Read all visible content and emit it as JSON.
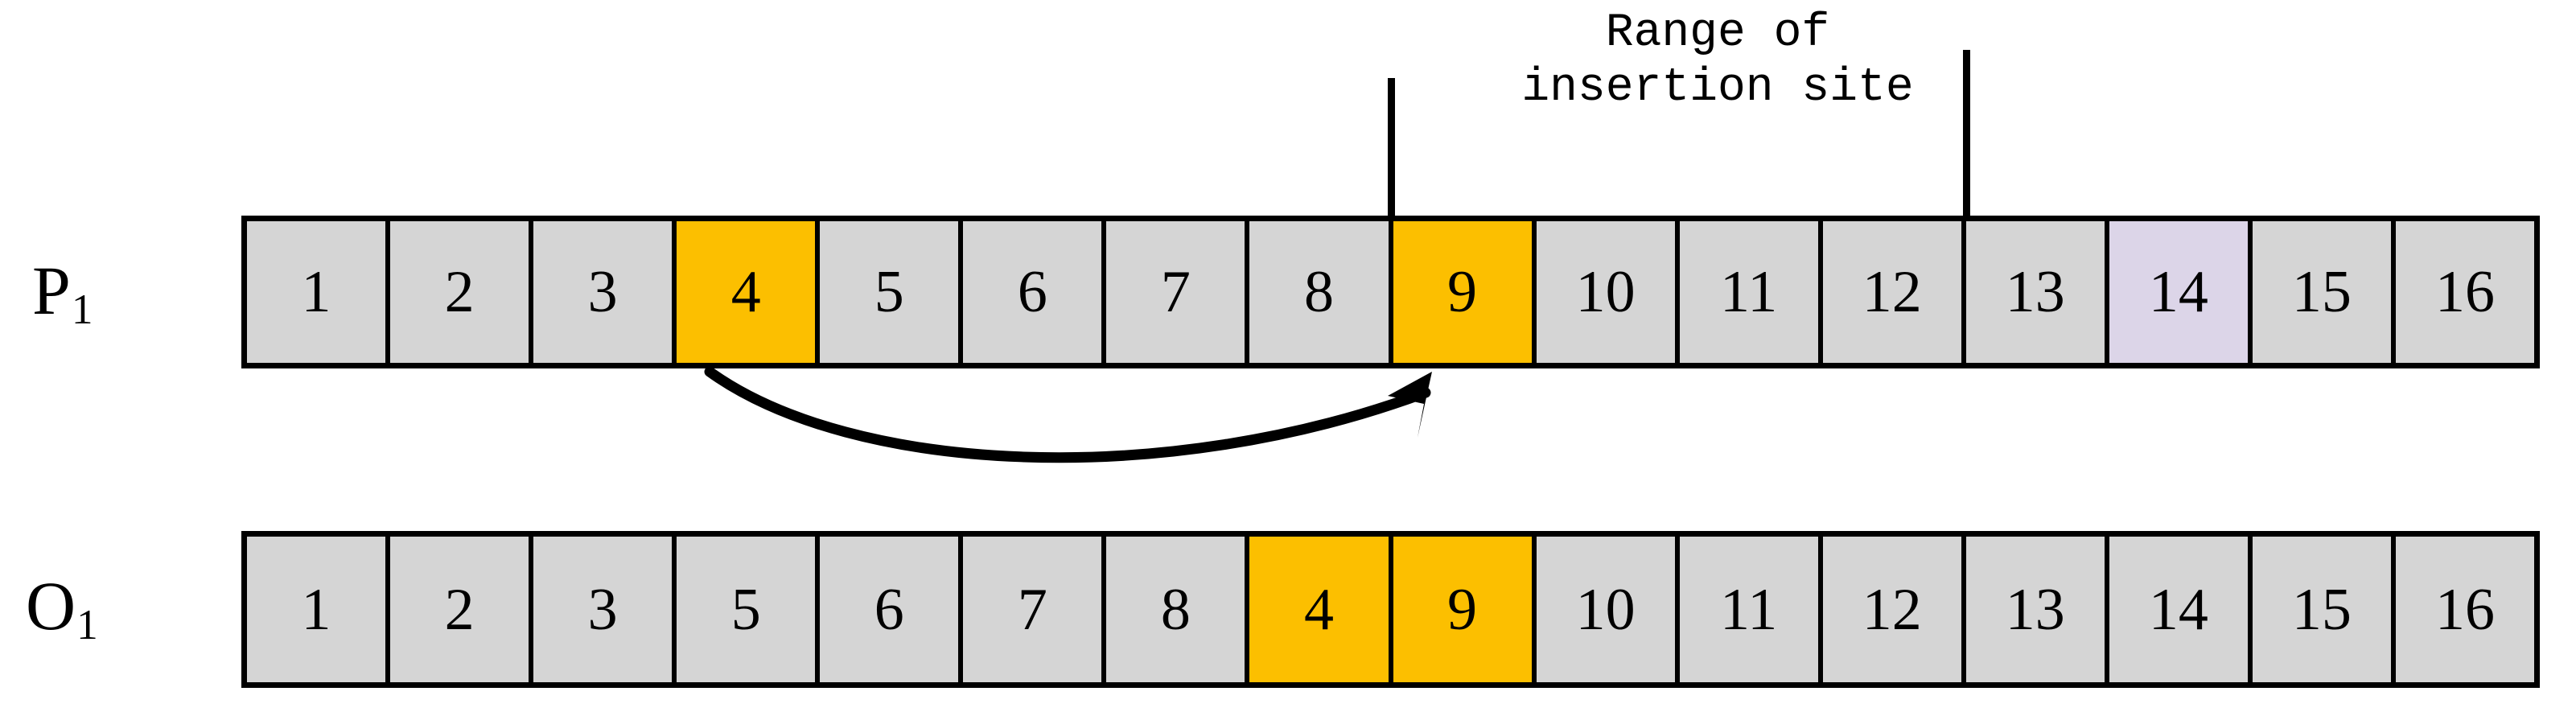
{
  "diagram": {
    "title_text_present": false,
    "colors": {
      "cell_default": "#d5d5d5",
      "cell_highlight_orange": "#fcbf00",
      "cell_highlight_lavender": "#dcd5e8",
      "border": "#000000",
      "background": "#ffffff"
    },
    "annotation": {
      "range_caption": "Range of\ninsertion site",
      "tick_left_name": "range-start-tick",
      "tick_right_name": "range-end-tick"
    },
    "arrow": {
      "name": "insertion-move-arrow",
      "from_cell_value": "4",
      "to_cell_value": "9",
      "direction": "left-to-right"
    },
    "rows": [
      {
        "id": "p1",
        "label_main": "P",
        "label_sub": "1",
        "cells": [
          {
            "value": "1",
            "fill": "default"
          },
          {
            "value": "2",
            "fill": "default"
          },
          {
            "value": "3",
            "fill": "default"
          },
          {
            "value": "4",
            "fill": "orange"
          },
          {
            "value": "5",
            "fill": "default"
          },
          {
            "value": "6",
            "fill": "default"
          },
          {
            "value": "7",
            "fill": "default"
          },
          {
            "value": "8",
            "fill": "default"
          },
          {
            "value": "9",
            "fill": "orange"
          },
          {
            "value": "10",
            "fill": "default"
          },
          {
            "value": "11",
            "fill": "default"
          },
          {
            "value": "12",
            "fill": "default"
          },
          {
            "value": "13",
            "fill": "default"
          },
          {
            "value": "14",
            "fill": "lavender"
          },
          {
            "value": "15",
            "fill": "default"
          },
          {
            "value": "16",
            "fill": "default"
          }
        ]
      },
      {
        "id": "o1",
        "label_main": "O",
        "label_sub": "1",
        "cells": [
          {
            "value": "1",
            "fill": "default"
          },
          {
            "value": "2",
            "fill": "default"
          },
          {
            "value": "3",
            "fill": "default"
          },
          {
            "value": "5",
            "fill": "default"
          },
          {
            "value": "6",
            "fill": "default"
          },
          {
            "value": "7",
            "fill": "default"
          },
          {
            "value": "8",
            "fill": "default"
          },
          {
            "value": "4",
            "fill": "orange"
          },
          {
            "value": "9",
            "fill": "orange"
          },
          {
            "value": "10",
            "fill": "default"
          },
          {
            "value": "11",
            "fill": "default"
          },
          {
            "value": "12",
            "fill": "default"
          },
          {
            "value": "13",
            "fill": "default"
          },
          {
            "value": "14",
            "fill": "default"
          },
          {
            "value": "15",
            "fill": "default"
          },
          {
            "value": "16",
            "fill": "default"
          }
        ]
      }
    ]
  }
}
